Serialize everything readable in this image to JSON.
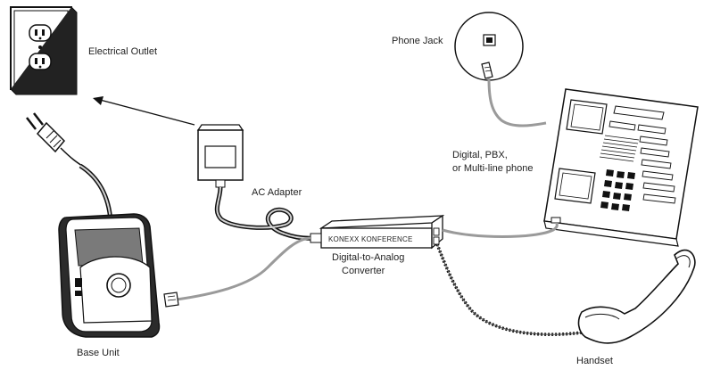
{
  "labels": {
    "electrical_outlet": "Electrical Outlet",
    "phone_jack": "Phone Jack",
    "ac_adapter": "AC Adapter",
    "digital_phone_line1": "Digital, PBX,",
    "digital_phone_line2": "or Multi-line phone",
    "converter_brand": "KONEXX KONFERENCE",
    "converter_line1": "Digital-to-Analog",
    "converter_line2": "Converter",
    "base_unit": "Base Unit",
    "handset": "Handset"
  },
  "colors": {
    "line": "#111111",
    "cable_gray": "#9a9a9a",
    "dark_fill": "#2b2b2b",
    "screen_gray": "#7a7a7a"
  }
}
